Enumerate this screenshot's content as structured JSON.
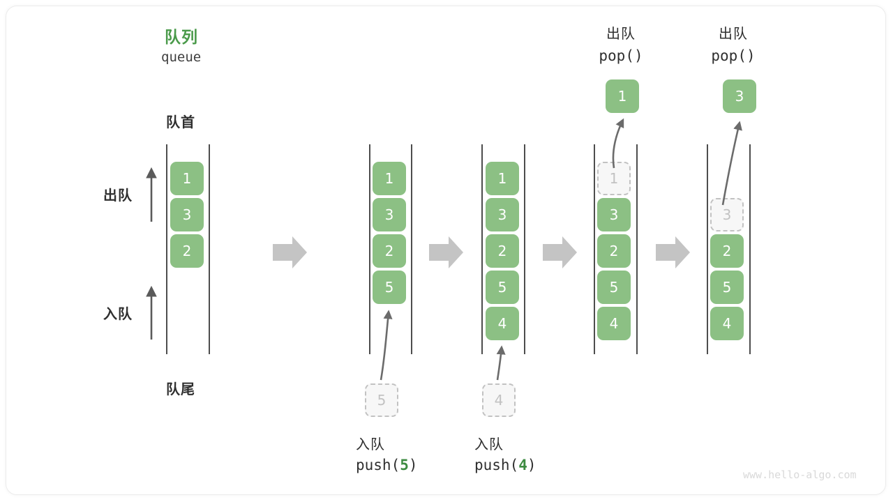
{
  "diagram": {
    "title_cn": "队列",
    "title_en": "queue",
    "front_label": "队首",
    "rear_label": "队尾",
    "dequeue_side_label": "出队",
    "enqueue_side_label": "入队",
    "watermark": "www.hello-algo.com",
    "accent_green": "#8cc084",
    "title_green": "#4a9a4a",
    "arg_green": "#3d8b41",
    "rail_color": "#4d4d4d",
    "ghost_fill": "#f7f7f7",
    "ghost_border": "#c2c2c2",
    "step_arrow_color": "#c4c4c4"
  },
  "steps": [
    {
      "id": "initial",
      "items": [
        "1",
        "3",
        "2"
      ],
      "ghost_index": -1,
      "caption_cn": "",
      "caption_code": "",
      "top_caption_cn": "",
      "top_caption_code": "",
      "incoming_value": "",
      "popped_value": ""
    },
    {
      "id": "push-5",
      "items": [
        "1",
        "3",
        "2",
        "5"
      ],
      "ghost_index": -1,
      "caption_cn": "入队",
      "caption_code_prefix": "push(",
      "caption_code_arg": "5",
      "caption_code_suffix": ")",
      "incoming_value": "5",
      "popped_value": ""
    },
    {
      "id": "push-4",
      "items": [
        "1",
        "3",
        "2",
        "5",
        "4"
      ],
      "ghost_index": -1,
      "caption_cn": "入队",
      "caption_code_prefix": "push(",
      "caption_code_arg": "4",
      "caption_code_suffix": ")",
      "incoming_value": "4",
      "popped_value": ""
    },
    {
      "id": "pop-1",
      "items": [
        "1",
        "3",
        "2",
        "5",
        "4"
      ],
      "ghost_index": 0,
      "top_caption_cn": "出队",
      "top_caption_code": "pop()",
      "popped_value": "1"
    },
    {
      "id": "pop-3",
      "items": [
        "3",
        "2",
        "5",
        "4"
      ],
      "ghost_index": 0,
      "top_caption_cn": "出队",
      "top_caption_code": "pop()",
      "popped_value": "3"
    }
  ]
}
